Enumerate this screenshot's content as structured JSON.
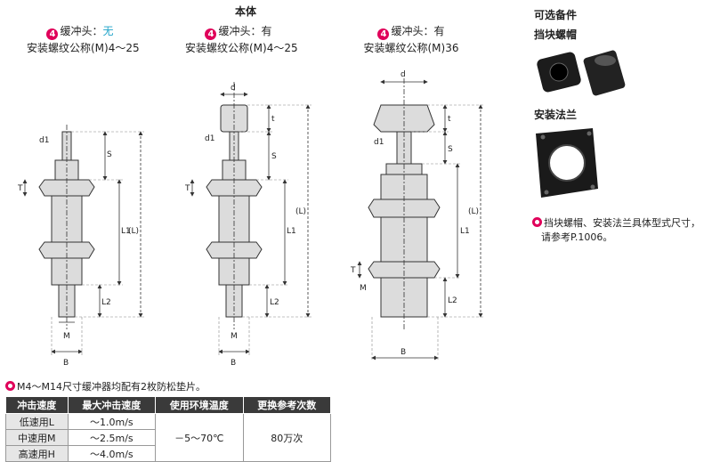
{
  "header": {
    "body_title": "本体",
    "options_title": "可选备件"
  },
  "variants": [
    {
      "num": "4",
      "cushion": "缓冲头：",
      "cushion_value": "无",
      "thread": "安装螺纹公称(M)4～25"
    },
    {
      "num": "4",
      "cushion": "缓冲头：",
      "cushion_value": "有",
      "thread": "安装螺纹公称(M)4～25"
    },
    {
      "num": "4",
      "cushion": "缓冲头：",
      "cushion_value": "有",
      "thread": "安装螺纹公称(M)36"
    }
  ],
  "dims": {
    "d1": "d1",
    "d": "d",
    "S": "S",
    "t": "t",
    "T": "T",
    "L1": "L1",
    "L": "(L)",
    "L2": "L2",
    "M": "M",
    "B": "B"
  },
  "options": {
    "cap": "挡块螺帽",
    "flange": "安装法兰",
    "note_line1": "挡块螺帽、安装法兰具体型式尺寸，",
    "note_line2": "请参考P.1006。"
  },
  "table_note": "M4～M14尺寸缓冲器均配有2枚防松垫片。",
  "table": {
    "headers": [
      "冲击速度",
      "最大冲击速度",
      "使用环境温度",
      "更换参考次数"
    ],
    "rows": [
      {
        "speed": "低速用L",
        "max": "～1.0m/s"
      },
      {
        "speed": "中速用M",
        "max": "～2.5m/s"
      },
      {
        "speed": "高速用H",
        "max": "～4.0m/s"
      }
    ],
    "temp": "－5～70℃",
    "count": "80万次"
  },
  "colors": {
    "part": "#dcdcdc",
    "outline": "#333333",
    "accent": "#e0005a",
    "cyan": "#1fa3c9",
    "header_bg": "#3a3a3a"
  }
}
